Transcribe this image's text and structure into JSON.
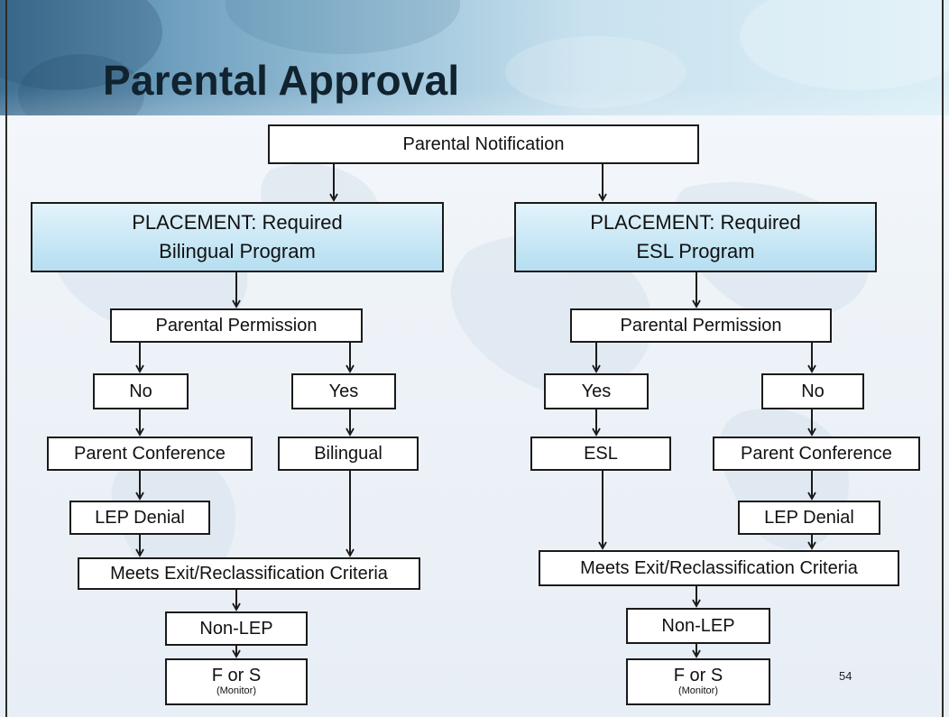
{
  "slide": {
    "title": "Parental Approval",
    "page_number": "54"
  },
  "diagram": {
    "top": "Parental Notification",
    "left": {
      "placement_line1": "PLACEMENT:  Required",
      "placement_line2": "Bilingual Program",
      "permission": "Parental Permission",
      "no": "No",
      "yes": "Yes",
      "conference": "Parent Conference",
      "program": "Bilingual",
      "denial": "LEP Denial",
      "exit": "Meets Exit/Reclassification Criteria",
      "non_lep": "Non-LEP",
      "status": "F or S",
      "status_note": "(Monitor)"
    },
    "right": {
      "placement_line1": "PLACEMENT:  Required",
      "placement_line2": "ESL Program",
      "permission": "Parental Permission",
      "yes": "Yes",
      "no": "No",
      "program": "ESL",
      "conference": "Parent Conference",
      "denial": "LEP Denial",
      "exit": "Meets Exit/Reclassification Criteria",
      "non_lep": "Non-LEP",
      "status": "F or S",
      "status_note": "(Monitor)"
    }
  },
  "colors": {
    "header_dark": "#3d6f91",
    "header_light": "#dceff7",
    "placement_fill": "#b5def1",
    "box_border": "#1a1a1a",
    "arrow": "#1a1a1a"
  }
}
